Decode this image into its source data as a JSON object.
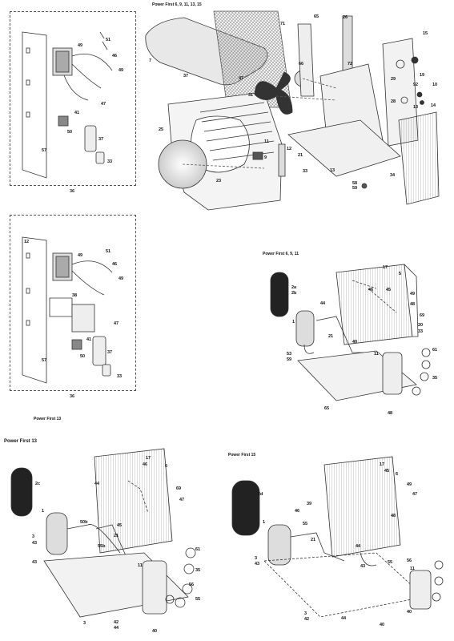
{
  "titles": {
    "top": "Power First 6, 9, 11, 13, 15",
    "mid": "Power First 6, 9, 11",
    "left13a": "Power First 13",
    "left13b": "Power First 13",
    "right15": "Power First 15"
  },
  "box1": {
    "number": "36",
    "labels": [
      "51",
      "49",
      "46",
      "49",
      "47",
      "41",
      "50",
      "37",
      "57",
      "33"
    ]
  },
  "box2": {
    "number": "36",
    "labels": [
      "12",
      "51",
      "49",
      "46",
      "38",
      "49",
      "47",
      "41",
      "50",
      "37",
      "57",
      "33"
    ]
  },
  "top_assembly": {
    "labels": [
      "65",
      "26",
      "71",
      "7",
      "37",
      "47",
      "66",
      "72",
      "15",
      "29",
      "92",
      "10",
      "19",
      "28",
      "13",
      "14",
      "31",
      "11",
      "12",
      "25",
      "9",
      "21",
      "13",
      "23",
      "33",
      "34",
      "58",
      "59"
    ]
  },
  "mid_assembly": {
    "labels": [
      "2a",
      "2b",
      "17",
      "5",
      "44",
      "45",
      "46",
      "48",
      "49",
      "69",
      "20",
      "33",
      "1",
      "53",
      "59",
      "21",
      "40",
      "11",
      "61",
      "35",
      "65",
      "48"
    ]
  },
  "bot_left": {
    "labels": [
      "2c",
      "17",
      "46",
      "6",
      "44",
      "1",
      "50b",
      "69",
      "47",
      "45",
      "3",
      "21",
      "55b",
      "43",
      "43",
      "35",
      "61",
      "11",
      "56",
      "3",
      "55",
      "42",
      "44",
      "40"
    ]
  },
  "bot_right": {
    "labels": [
      "2d",
      "17",
      "45",
      "49",
      "39",
      "46",
      "6",
      "1",
      "55",
      "47",
      "48",
      "21",
      "3",
      "43",
      "11",
      "56",
      "43",
      "44",
      "55",
      "40",
      "3",
      "42",
      "44",
      "40"
    ]
  },
  "colors": {
    "line": "#333333",
    "dashed": "#555555"
  }
}
